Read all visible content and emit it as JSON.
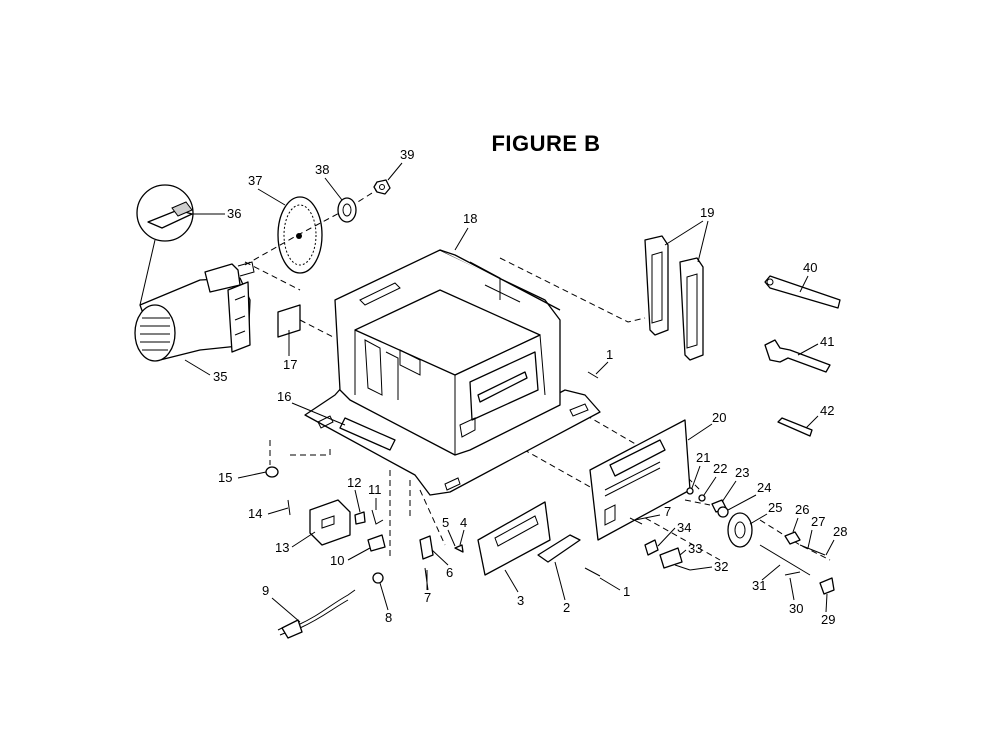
{
  "title": "FIGURE B",
  "callouts": [
    "1",
    "1",
    "2",
    "3",
    "4",
    "5",
    "6",
    "7",
    "7",
    "8",
    "9",
    "10",
    "11",
    "12",
    "13",
    "14",
    "15",
    "16",
    "17",
    "18",
    "19",
    "20",
    "21",
    "22",
    "23",
    "24",
    "25",
    "26",
    "27",
    "28",
    "29",
    "30",
    "31",
    "32",
    "33",
    "34",
    "35",
    "36",
    "37",
    "38",
    "39",
    "40",
    "41",
    "42"
  ]
}
